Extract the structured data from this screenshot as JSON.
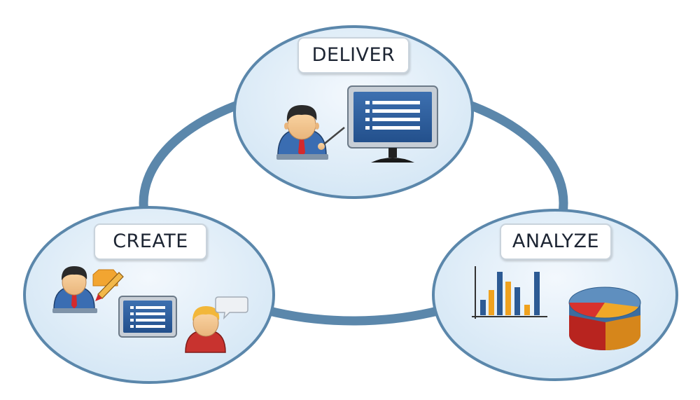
{
  "diagram": {
    "type": "cycle",
    "nodes": [
      {
        "id": "deliver",
        "label": "DELIVER",
        "icons": [
          "presenter-icon",
          "monitor-icon"
        ]
      },
      {
        "id": "create",
        "label": "CREATE",
        "icons": [
          "author-icon",
          "pencil-icon",
          "document-screen-icon",
          "reviewer-icon",
          "speech-bubble-icon"
        ]
      },
      {
        "id": "analyze",
        "label": "ANALYZE",
        "icons": [
          "bar-chart-icon",
          "pie-chart-icon"
        ]
      }
    ],
    "colors": {
      "ring": "#5b87ab",
      "node_fill": "#e3eff9",
      "node_border": "#5b87ab",
      "screen_blue": "#2e5d9c",
      "shirt_blue": "#3a6db2",
      "tie_red": "#d3292c",
      "bar_blue": "#2c5a94",
      "bar_orange": "#f0a21f",
      "pie_red": "#d8322d",
      "pie_orange": "#f0a828",
      "pie_blue": "#5f8fbf"
    }
  }
}
